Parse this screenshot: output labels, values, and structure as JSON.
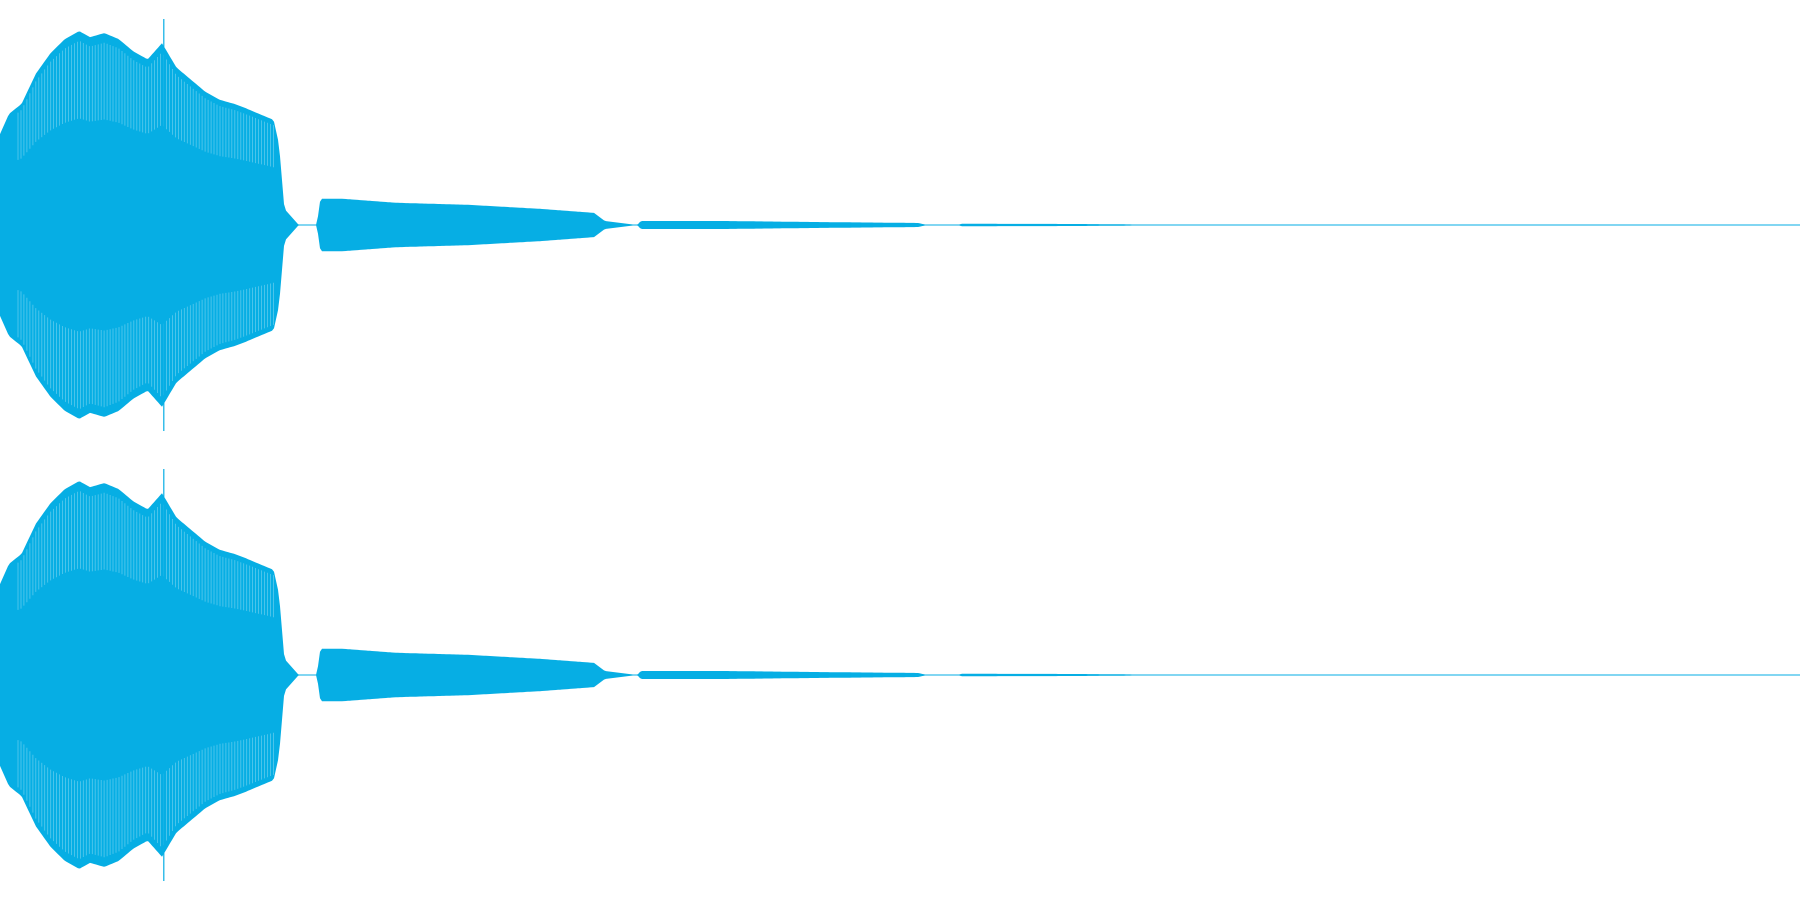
{
  "chart_data": {
    "type": "area",
    "title": "",
    "xlabel": "",
    "ylabel": "",
    "xlim": [
      0,
      1
    ],
    "ylim": [
      -1,
      1
    ],
    "grid": false,
    "legend": "none",
    "color": "#06aee4",
    "channels": [
      {
        "envelope": [
          [
            0.0,
            0.45
          ],
          [
            0.005,
            0.55
          ],
          [
            0.012,
            0.6
          ],
          [
            0.02,
            0.75
          ],
          [
            0.028,
            0.85
          ],
          [
            0.036,
            0.92
          ],
          [
            0.044,
            0.96
          ],
          [
            0.05,
            0.93
          ],
          [
            0.058,
            0.95
          ],
          [
            0.066,
            0.92
          ],
          [
            0.074,
            0.86
          ],
          [
            0.082,
            0.82
          ],
          [
            0.09,
            0.9
          ],
          [
            0.098,
            0.78
          ],
          [
            0.106,
            0.72
          ],
          [
            0.114,
            0.66
          ],
          [
            0.122,
            0.62
          ],
          [
            0.13,
            0.6
          ],
          [
            0.136,
            0.58
          ],
          [
            0.144,
            0.55
          ],
          [
            0.152,
            0.52
          ],
          [
            0.155,
            0.4
          ],
          [
            0.158,
            0.08
          ],
          [
            0.166,
            0.0
          ],
          [
            0.176,
            0.0
          ],
          [
            0.178,
            0.13
          ],
          [
            0.19,
            0.13
          ],
          [
            0.22,
            0.11
          ],
          [
            0.26,
            0.1
          ],
          [
            0.3,
            0.08
          ],
          [
            0.33,
            0.06
          ],
          [
            0.336,
            0.02
          ],
          [
            0.354,
            0.0
          ],
          [
            0.356,
            0.02
          ],
          [
            0.4,
            0.02
          ],
          [
            0.45,
            0.015
          ],
          [
            0.51,
            0.01
          ],
          [
            0.515,
            0.0
          ],
          [
            0.532,
            0.0
          ],
          [
            0.534,
            0.006
          ],
          [
            0.6,
            0.005
          ],
          [
            0.628,
            0.003
          ],
          [
            0.632,
            0.0
          ],
          [
            1.0,
            0.0
          ]
        ],
        "spikes": [
          [
            0.091,
            1.0
          ]
        ]
      },
      {
        "envelope": [
          [
            0.0,
            0.45
          ],
          [
            0.005,
            0.55
          ],
          [
            0.012,
            0.6
          ],
          [
            0.02,
            0.75
          ],
          [
            0.028,
            0.85
          ],
          [
            0.036,
            0.92
          ],
          [
            0.044,
            0.96
          ],
          [
            0.05,
            0.93
          ],
          [
            0.058,
            0.95
          ],
          [
            0.066,
            0.92
          ],
          [
            0.074,
            0.86
          ],
          [
            0.082,
            0.82
          ],
          [
            0.09,
            0.9
          ],
          [
            0.098,
            0.78
          ],
          [
            0.106,
            0.72
          ],
          [
            0.114,
            0.66
          ],
          [
            0.122,
            0.62
          ],
          [
            0.13,
            0.6
          ],
          [
            0.136,
            0.58
          ],
          [
            0.144,
            0.55
          ],
          [
            0.152,
            0.52
          ],
          [
            0.155,
            0.4
          ],
          [
            0.158,
            0.08
          ],
          [
            0.166,
            0.0
          ],
          [
            0.176,
            0.0
          ],
          [
            0.178,
            0.13
          ],
          [
            0.19,
            0.13
          ],
          [
            0.22,
            0.11
          ],
          [
            0.26,
            0.1
          ],
          [
            0.3,
            0.08
          ],
          [
            0.33,
            0.06
          ],
          [
            0.336,
            0.02
          ],
          [
            0.354,
            0.0
          ],
          [
            0.356,
            0.02
          ],
          [
            0.4,
            0.02
          ],
          [
            0.45,
            0.015
          ],
          [
            0.51,
            0.01
          ],
          [
            0.515,
            0.0
          ],
          [
            0.532,
            0.0
          ],
          [
            0.534,
            0.006
          ],
          [
            0.6,
            0.005
          ],
          [
            0.628,
            0.003
          ],
          [
            0.632,
            0.0
          ],
          [
            1.0,
            0.0
          ]
        ],
        "spikes": [
          [
            0.091,
            1.0
          ]
        ]
      }
    ]
  }
}
